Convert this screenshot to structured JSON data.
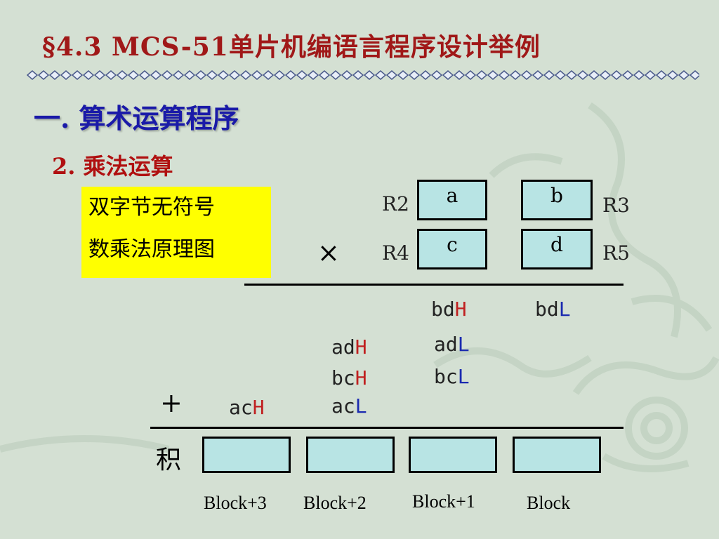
{
  "slide": {
    "title": "§4.3 MCS-51单片机编语言程序设计举例",
    "section": "一. 算术运算程序",
    "subsection": "2. 乘法运算",
    "note_line1": "双字节无符号",
    "note_line2": "数乘法原理图"
  },
  "diagram": {
    "registers": {
      "r2": "R2",
      "r3": "R3",
      "r4": "R4",
      "r5": "R5"
    },
    "operands": {
      "a": "a",
      "b": "b",
      "c": "c",
      "d": "d"
    },
    "multiply_sign": "×",
    "plus_sign": "+",
    "product_label": "积",
    "partial_products": {
      "bdH": {
        "base": "bd",
        "suffix": "H"
      },
      "bdL": {
        "base": "bd",
        "suffix": "L"
      },
      "adH": {
        "base": "ad",
        "suffix": "H"
      },
      "adL": {
        "base": "ad",
        "suffix": "L"
      },
      "bcH": {
        "base": "bc",
        "suffix": "H"
      },
      "bcL": {
        "base": "bc",
        "suffix": "L"
      },
      "acH": {
        "base": "ac",
        "suffix": "H"
      },
      "acL": {
        "base": "ac",
        "suffix": "L"
      }
    },
    "blocks": [
      "Block+3",
      "Block+2",
      "Block+1",
      "Block"
    ]
  },
  "colors": {
    "title": "#a01818",
    "section": "#1a1aa8",
    "subsection": "#b01010",
    "high_suffix": "#c02020",
    "low_suffix": "#1a2ab0",
    "box_fill": "#b8e4e4",
    "note_fill": "#ffff00"
  }
}
